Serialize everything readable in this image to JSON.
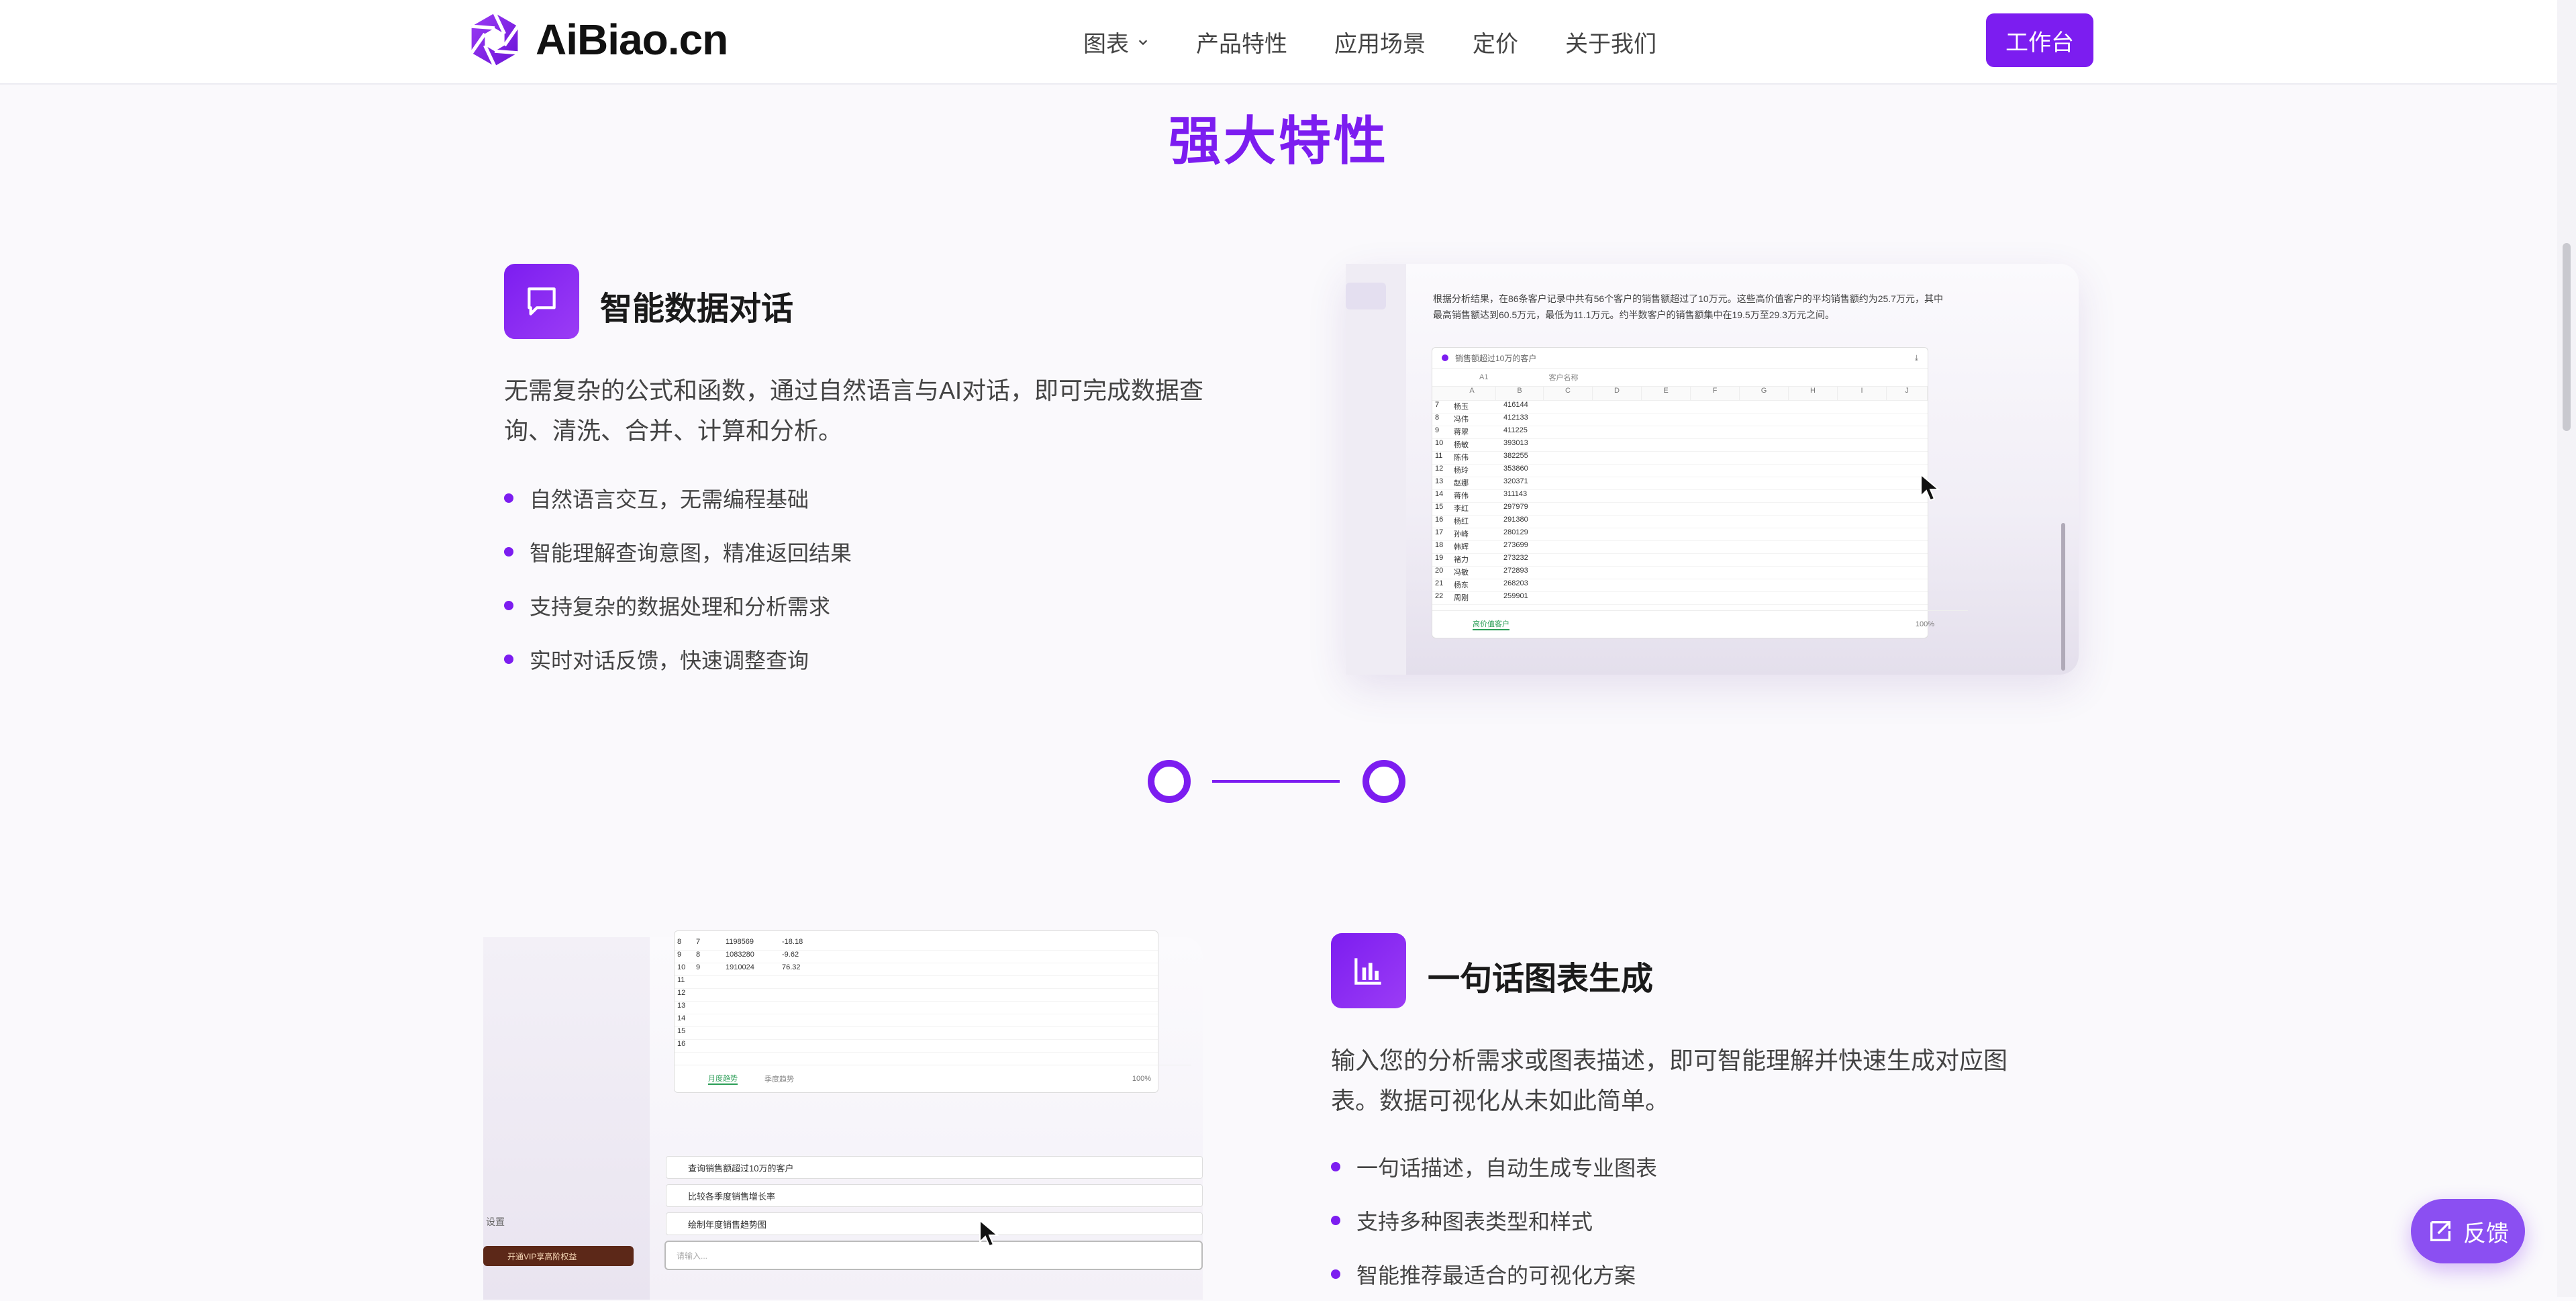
{
  "brand": {
    "name": "AiBiao.cn"
  },
  "nav": {
    "items": [
      {
        "label": "图表",
        "dropdown": true
      },
      {
        "label": "产品特性"
      },
      {
        "label": "应用场景"
      },
      {
        "label": "定价"
      },
      {
        "label": "关于我们"
      }
    ],
    "workbench": "工作台"
  },
  "section": {
    "title": "强大特性"
  },
  "feature1": {
    "title": "智能数据对话",
    "desc": "无需复杂的公式和函数，通过自然语言与AI对话，即可完成数据查询、清洗、合并、计算和分析。",
    "bullets": [
      "自然语言交互，无需编程基础",
      "智能理解查询意图，精准返回结果",
      "支持复杂的数据处理和分析需求",
      "实时对话反馈，快速调整查询"
    ],
    "screenshot": {
      "summary": "根据分析结果，在86条客户记录中共有56个客户的销售额超过了10万元。这些高价值客户的平均销售额约为25.7万元，其中最高销售额达到60.5万元，最低为11.1万元。约半数客户的销售额集中在19.5万至29.3万元之间。",
      "sheet_title": "销售额超过10万的客户",
      "cell_ref": "A1",
      "cell_value": "客户名称",
      "columns": [
        "A",
        "B",
        "C",
        "D",
        "E",
        "F",
        "G",
        "H",
        "I",
        "J"
      ],
      "rows": [
        [
          "7",
          "杨玉",
          "416144"
        ],
        [
          "8",
          "冯伟",
          "412133"
        ],
        [
          "9",
          "蒋翠",
          "411225"
        ],
        [
          "10",
          "杨敏",
          "393013"
        ],
        [
          "11",
          "陈伟",
          "382255"
        ],
        [
          "12",
          "杨玲",
          "353860"
        ],
        [
          "13",
          "赵娜",
          "320371"
        ],
        [
          "14",
          "蒋伟",
          "311143"
        ],
        [
          "15",
          "李红",
          "297979"
        ],
        [
          "16",
          "杨红",
          "291380"
        ],
        [
          "17",
          "孙峰",
          "280129"
        ],
        [
          "18",
          "韩辉",
          "273699"
        ],
        [
          "19",
          "褚力",
          "273232"
        ],
        [
          "20",
          "冯敏",
          "272893"
        ],
        [
          "21",
          "杨东",
          "268203"
        ],
        [
          "22",
          "周刚",
          "259901"
        ]
      ],
      "sheet_tab": "高价值客户",
      "zoom": "100%"
    }
  },
  "feature2": {
    "title": "一句话图表生成",
    "desc": "输入您的分析需求或图表描述，即可智能理解并快速生成对应图表。数据可视化从未如此简单。",
    "bullets": [
      "一句话描述，自动生成专业图表",
      "支持多种图表类型和样式",
      "智能推荐最适合的可视化方案"
    ],
    "screenshot": {
      "rows": [
        [
          "8",
          "7",
          "1198569",
          "-18.18"
        ],
        [
          "9",
          "8",
          "1083280",
          "-9.62"
        ],
        [
          "10",
          "9",
          "1910024",
          "76.32"
        ]
      ],
      "empty_rows": [
        "11",
        "12",
        "13",
        "14",
        "15",
        "16"
      ],
      "tabs": [
        "月度趋势",
        "季度趋势"
      ],
      "zoom": "100%",
      "suggestions": [
        "查询销售额超过10万的客户",
        "比较各季度销售增长率",
        "绘制年度销售趋势图"
      ],
      "input_placeholder": "请输入...",
      "settings_label": "设置",
      "vip_label": "开通VIP享高阶权益"
    }
  },
  "feedback": {
    "label": "反馈"
  },
  "colors": {
    "accent": "#7c1df0"
  }
}
